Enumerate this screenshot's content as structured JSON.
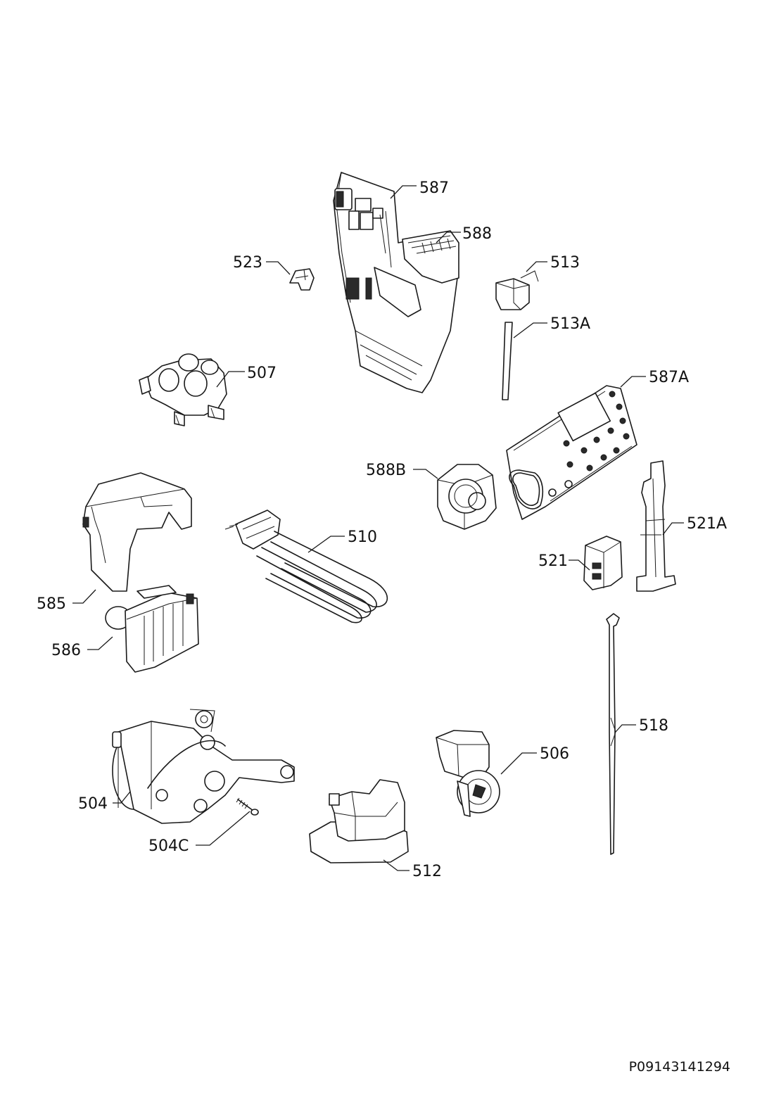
{
  "callouts": {
    "c587": "587",
    "c588": "588",
    "c523": "523",
    "c513": "513",
    "c513a": "513A",
    "c507": "507",
    "c587a": "587A",
    "c588b": "588B",
    "c521a": "521A",
    "c510": "510",
    "c521": "521",
    "c585": "585",
    "c586": "586",
    "c518": "518",
    "c506": "506",
    "c504": "504",
    "c504c": "504C",
    "c512": "512"
  },
  "document_id": "P09143141294"
}
